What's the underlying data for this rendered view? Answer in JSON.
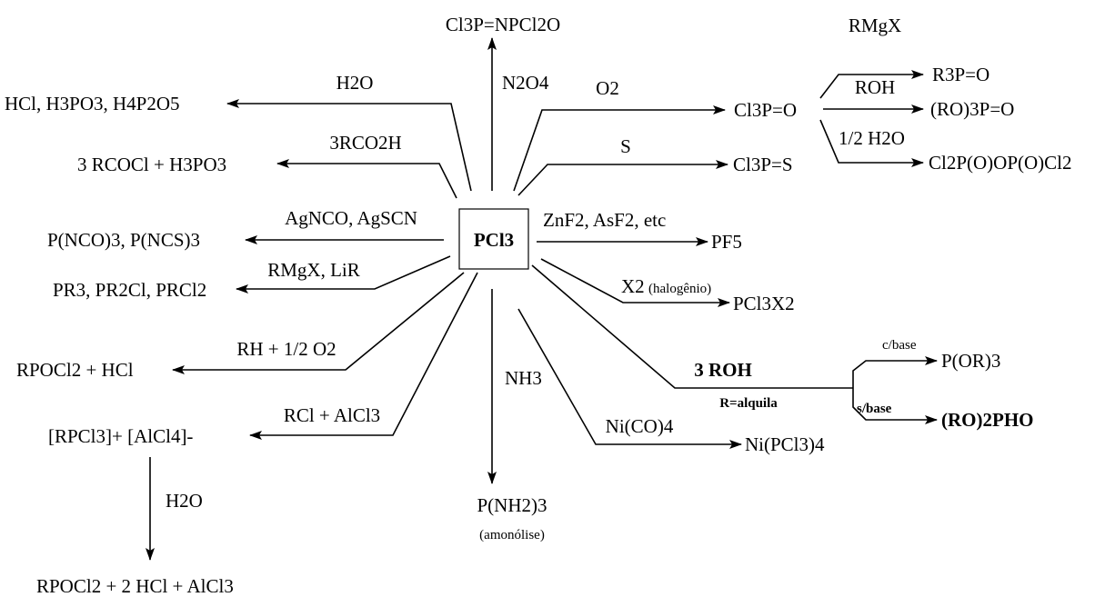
{
  "center": {
    "label": "PCl3"
  },
  "reactions": {
    "n2o4": {
      "reagent": "N2O4",
      "product": "Cl3P=NPCl2O"
    },
    "h2o": {
      "reagent": "H2O",
      "product": "HCl, H3PO3, H4P2O5"
    },
    "o2": {
      "reagent": "O2",
      "product": "Cl3P=O"
    },
    "oxide_branches": {
      "rmgx": {
        "reagent": "RMgX",
        "product": "R3P=O"
      },
      "roh": {
        "reagent": "ROH",
        "product": "(RO)3P=O"
      },
      "half_h2o": {
        "reagent": "1/2 H2O",
        "product": "Cl2P(O)OP(O)Cl2"
      }
    },
    "s": {
      "reagent": "S",
      "product": "Cl3P=S"
    },
    "rco2h": {
      "reagent": "3RCO2H",
      "product": "3 RCOCl + H3PO3"
    },
    "agnco": {
      "reagent": "AgNCO, AgSCN",
      "product": "P(NCO)3, P(NCS)3"
    },
    "znf2": {
      "reagent": "ZnF2, AsF2, etc",
      "product": "PF5"
    },
    "rmgx_lir": {
      "reagent": "RMgX, LiR",
      "product": "PR3, PR2Cl, PRCl2"
    },
    "x2": {
      "reagent": "X2",
      "reagent_note": "(halogênio)",
      "product": "PCl3X2"
    },
    "rh": {
      "reagent": "RH + 1/2 O2",
      "product": "RPOCl2 + HCl"
    },
    "roh3": {
      "reagent": "3 ROH",
      "note": "R=alquila",
      "with_base": {
        "label": "c/base",
        "product": "P(OR)3"
      },
      "without_base": {
        "label": "s/base",
        "product": "(RO)2PHO"
      }
    },
    "rcl": {
      "reagent": "RCl + AlCl3",
      "product": "[RPCl3]+ [AlCl4]-",
      "hydrolysis": {
        "reagent": "H2O",
        "product": "RPOCl2 + 2 HCl + AlCl3"
      }
    },
    "nh3": {
      "reagent": "NH3",
      "product": "P(NH2)3",
      "note": "(amonólise)"
    },
    "nico": {
      "reagent": "Ni(CO)4",
      "product": "Ni(PCl3)4"
    }
  }
}
